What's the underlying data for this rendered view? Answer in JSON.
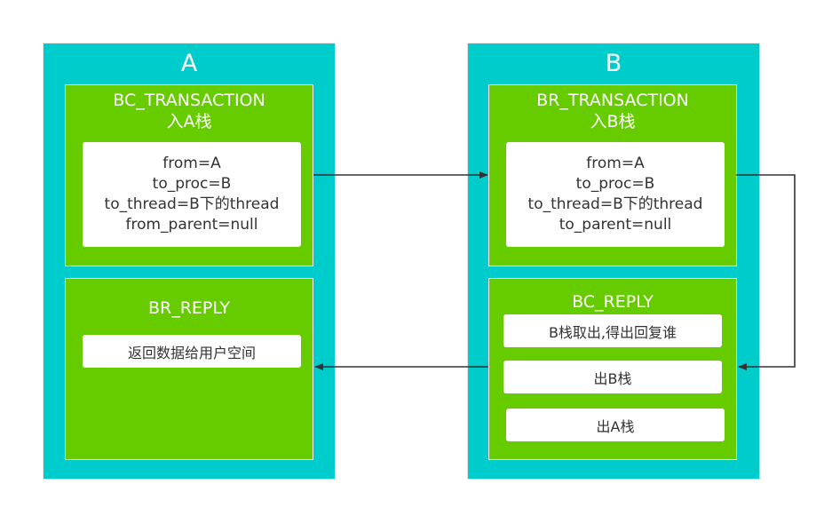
{
  "diagram": {
    "process_a": {
      "title": "A",
      "transaction": {
        "title_line1": "BC_TRANSACTION",
        "title_line2": "入A栈",
        "fields": [
          "from=A",
          "to_proc=B",
          "to_thread=B下的thread",
          "from_parent=null"
        ]
      },
      "reply": {
        "title": "BR_REPLY",
        "items": [
          "返回数据给用户空间"
        ]
      }
    },
    "process_b": {
      "title": "B",
      "transaction": {
        "title_line1": "BR_TRANSACTION",
        "title_line2": "入B栈",
        "fields": [
          "from=A",
          "to_proc=B",
          "to_thread=B下的thread",
          "to_parent=null"
        ]
      },
      "reply": {
        "title": "BC_REPLY",
        "items": [
          "B栈取出,得出回复谁",
          "出B栈",
          "出A栈"
        ]
      }
    },
    "colors": {
      "container": "#00cccc",
      "block": "#66cc00",
      "card": "#ffffff",
      "arrow": "#333333"
    }
  }
}
